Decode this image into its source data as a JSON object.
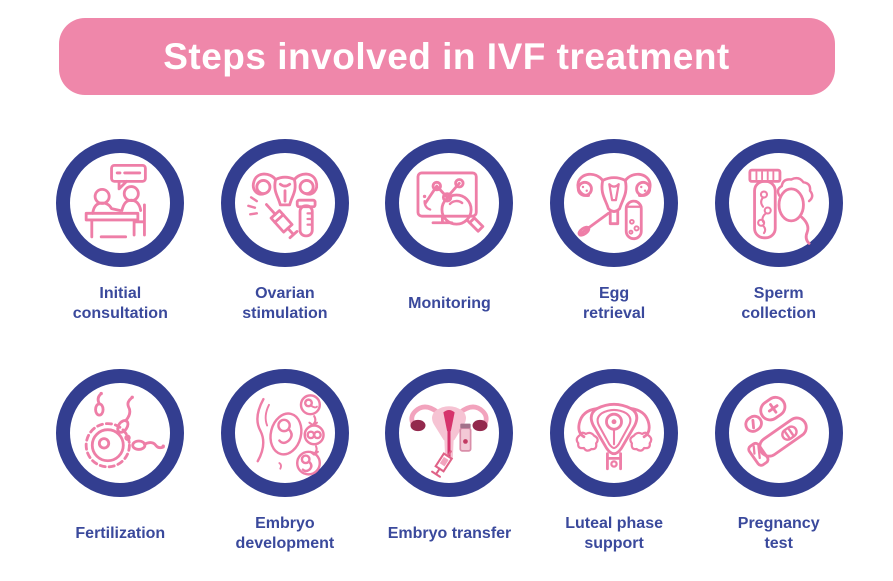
{
  "title": "Steps involved in IVF treatment",
  "colors": {
    "banner_pink": "#ef87aa",
    "ring_navy": "#333e90",
    "icon_pink": "#ee7ea7",
    "icon_pink_light": "#f2a3bd",
    "label_navy": "#3a499c",
    "transfer_fill_light": "#f6c3d3",
    "transfer_fill_crimson": "#d6336c",
    "transfer_fill_maroon": "#93294d"
  },
  "steps": [
    {
      "label": "Initial\nconsultation",
      "icon": "consultation-icon"
    },
    {
      "label": "Ovarian\nstimulation",
      "icon": "ovarian-stimulation-icon"
    },
    {
      "label": "Monitoring",
      "icon": "monitoring-icon"
    },
    {
      "label": "Egg\nretrieval",
      "icon": "egg-retrieval-icon"
    },
    {
      "label": "Sperm\ncollection",
      "icon": "sperm-collection-icon"
    },
    {
      "label": "Fertilization",
      "icon": "fertilization-icon"
    },
    {
      "label": "Embryo\ndevelopment",
      "icon": "embryo-development-icon"
    },
    {
      "label": "Embryo transfer",
      "icon": "embryo-transfer-icon"
    },
    {
      "label": "Luteal phase\nsupport",
      "icon": "luteal-phase-support-icon"
    },
    {
      "label": "Pregnancy\ntest",
      "icon": "pregnancy-test-icon"
    }
  ]
}
